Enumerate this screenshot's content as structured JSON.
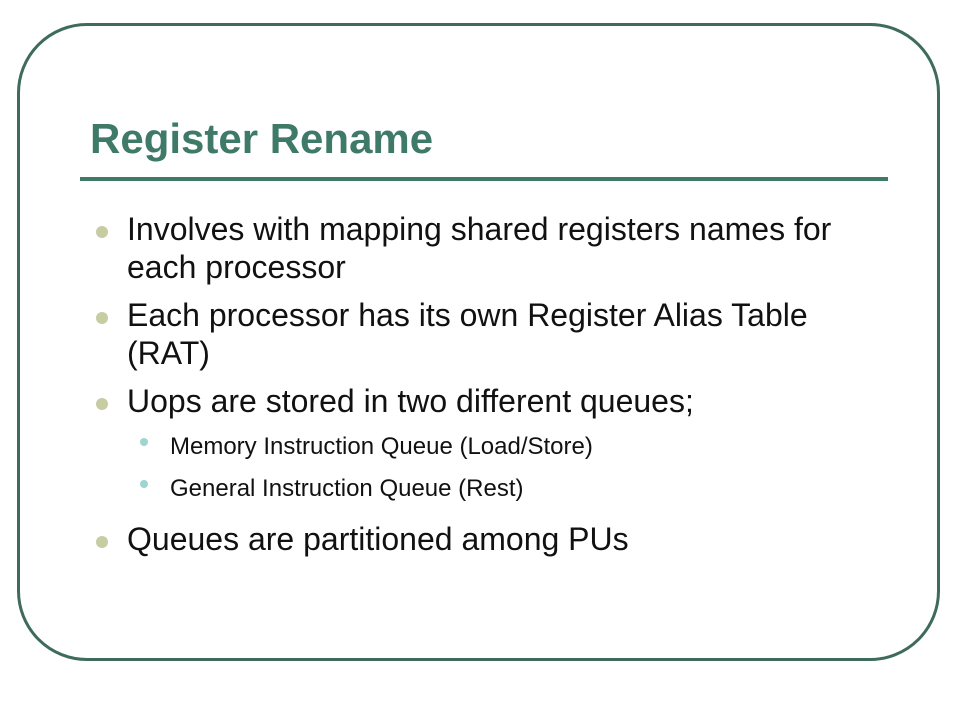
{
  "slide": {
    "title": "Register Rename",
    "bullets": [
      {
        "text": "Involves with mapping shared registers names for each processor"
      },
      {
        "text": "Each processor has its own Register Alias Table (RAT)"
      },
      {
        "text": "Uops are stored in two different queues;",
        "subbullets": [
          "Memory Instruction Queue (Load/Store)",
          "General Instruction Queue (Rest)"
        ]
      },
      {
        "text": "Queues are partitioned among PUs"
      }
    ]
  },
  "colors": {
    "title": "#3f7a68",
    "frame": "#3e6b5c",
    "bullet": "#c7cca2",
    "subbullet": "#9fd4cf"
  }
}
